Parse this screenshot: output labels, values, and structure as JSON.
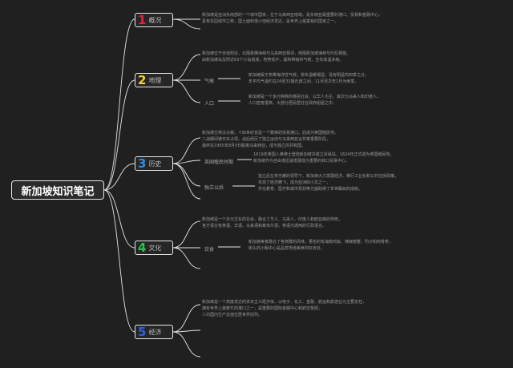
{
  "root": {
    "title": "新加坡知识笔记"
  },
  "topics": [
    {
      "num": "1",
      "title": "概况",
      "num_color": "#e2253b",
      "notes": [
        "新加坡是亚洲东南部的一个城市国家，位于马来西亚南端，是东南亚最重要的港口、贸易和金融中心，",
        "素有花园城市之称，国土面积很小但经济发达，是世界上最富裕的国家之一。"
      ]
    },
    {
      "num": "2",
      "title": "地理",
      "num_color": "#f3d225",
      "notes": [
        "新加坡位于赤道附近，北隔柔佛海峡与马来西亚相邻，南隔新加坡海峡与印尼相望。",
        "由新加坡岛及附近63个小岛组成，地势低平，属热带雨林气候，全年高温多雨。"
      ],
      "children": [
        {
          "label": "气候",
          "notes": [
            "新加坡属于热带海洋性气候，常年温暖潮湿，没有明显的四季之分。",
            "年平均气温约在24至32摄氏度之间，11月至次年1月为雨季。"
          ]
        },
        {
          "label": "人口",
          "notes": [
            "新加坡是一个多元种族的移民社会，以华人为主，其次为马来人和印度人，",
            "人口密度很高，大部分居民居住在政府组屋之中。"
          ]
        }
      ]
    },
    {
      "num": "3",
      "title": "历史",
      "num_color": "#2d8fe0",
      "notes": [
        "新加坡古称淡马锡，十四世纪曾是一个繁荣的贸易港口，后成为英国殖民地。",
        "二战期间被日本占领，战后经历了独立运动与马来西亚合并等重要阶段，",
        "最终在1965年8月9日脱离马来西亚，成为独立的共和国。"
      ],
      "children": [
        {
          "label": "英国殖民时期",
          "notes": [
            "1819年英国人莱佛士登陆新加坡并建立贸易站，1824年正式成为英国殖民地，",
            "新加坡作为自由港迅速发展成为重要的转口贸易中心。"
          ]
        },
        {
          "label": "独立以后",
          "notes": [
            "独立后在李光耀的领导下，新加坡大力发展经济、推行工业化和公共住房政策，",
            "实现了经济腾飞，成为亚洲四小龙之一，",
            "并在教育、医疗和城市规划等方面取得了举世瞩目的成就。"
          ]
        }
      ]
    },
    {
      "num": "4",
      "title": "文化",
      "num_color": "#27c24c",
      "notes": [
        "新加坡是一个多元文化的社会，融合了华人、马来人、印度人和欧亚裔的传统，",
        "官方语言有英语、华语、马来语和泰米尔语，英语为通用的行政语言。"
      ],
      "children": [
        {
          "label": "饮食",
          "notes": [
            "新加坡美食融合了各族群的风味，著名的有海南鸡饭、辣椒螃蟹、叻沙和肉骨茶，",
            "街头的小贩中心是品尝地道美食的好去处。"
          ]
        }
      ]
    },
    {
      "num": "5",
      "title": "经济",
      "num_color": "#3560d8",
      "notes": [
        "新加坡是一个高度发达的资本主义经济体，以电子、化工、金融、航运和旅游业为主要支柱，",
        "拥有世界上最繁忙的港口之一，是重要的国际金融中心和航空枢纽，",
        "人均国内生产总值位居世界前列。"
      ]
    }
  ]
}
